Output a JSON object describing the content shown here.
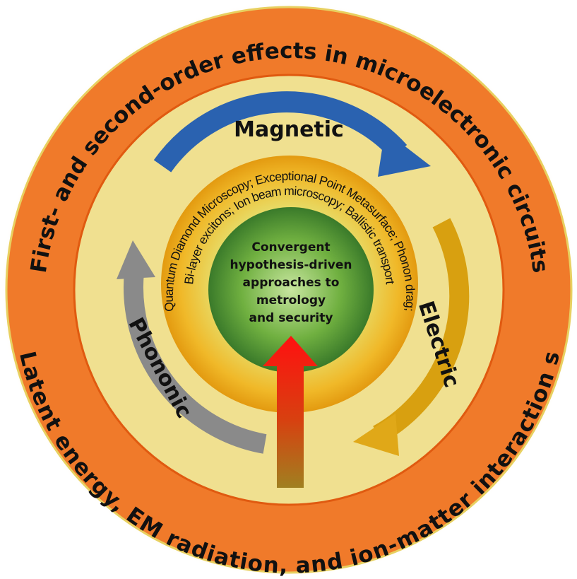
{
  "outer_ring": {
    "top_text": "First- and second-order effects in microelectronic circuits",
    "bottom_text": "Latent energy, EM radiation, and ion-matter interaction s"
  },
  "cycle_labels": {
    "magnetic": "Magnetic",
    "electric": "Electric",
    "phononic": "Phononic"
  },
  "inner_ring": {
    "outer_line": "Quantum Diamond Microscopy; Exceptional Point Metasurface; Phonon drag;",
    "inner_line": "Bi-layer excitons; Ion beam microscopy; Ballistic transport"
  },
  "center": {
    "lines": [
      "Convergent",
      "hypothesis-driven",
      "approaches to",
      "metrology",
      "and security"
    ]
  },
  "colors": {
    "outer_ring": "#f07a2a",
    "inner_disc": "#f0b020",
    "center_disc": "#5aa43a",
    "magnetic_arrow": "#2a62b0",
    "electric_arrow": "#d8a010",
    "phononic_arrow": "#8a8a8a",
    "center_arrow": "#ee1111"
  }
}
